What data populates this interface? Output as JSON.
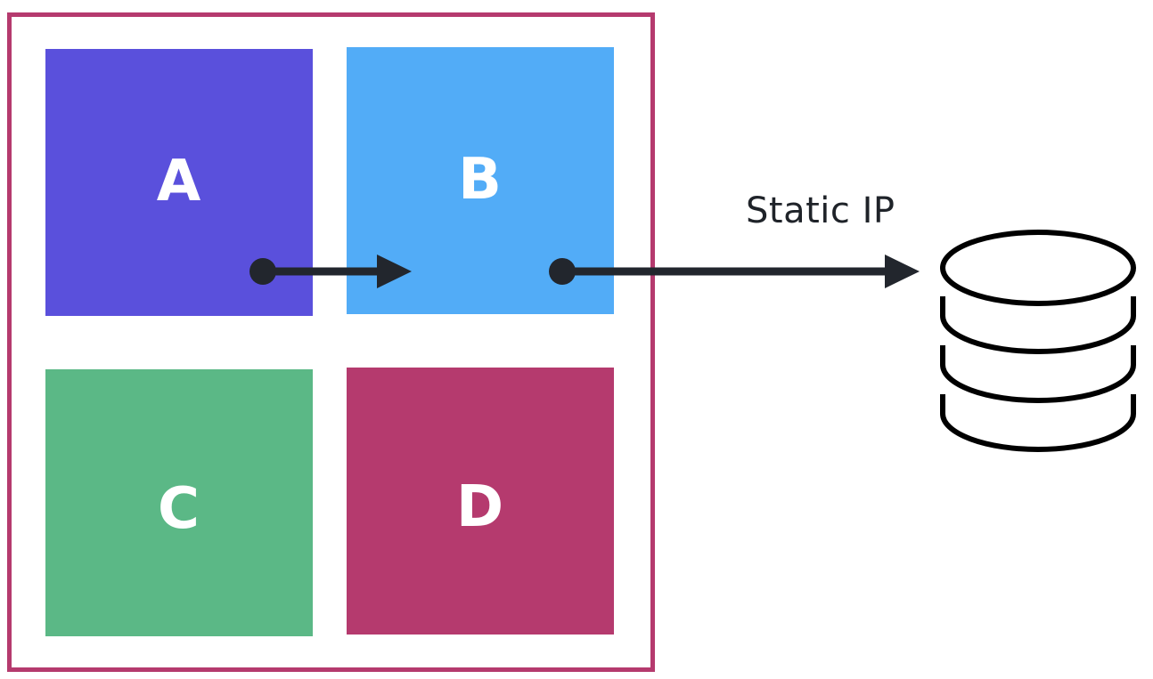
{
  "nodes": [
    {
      "id": "a",
      "label": "A",
      "color": "#5a50dc"
    },
    {
      "id": "b",
      "label": "B",
      "color": "#52acf7"
    },
    {
      "id": "c",
      "label": "C",
      "color": "#5bb886"
    },
    {
      "id": "d",
      "label": "D",
      "color": "#b53a6e"
    }
  ],
  "group_border_color": "#b53a6e",
  "edges": [
    {
      "from": "A",
      "to": "B",
      "label": ""
    },
    {
      "from": "B",
      "to": "database",
      "label": "Static IP"
    }
  ],
  "edge_color": "#22262d",
  "target": {
    "icon": "database-icon"
  }
}
